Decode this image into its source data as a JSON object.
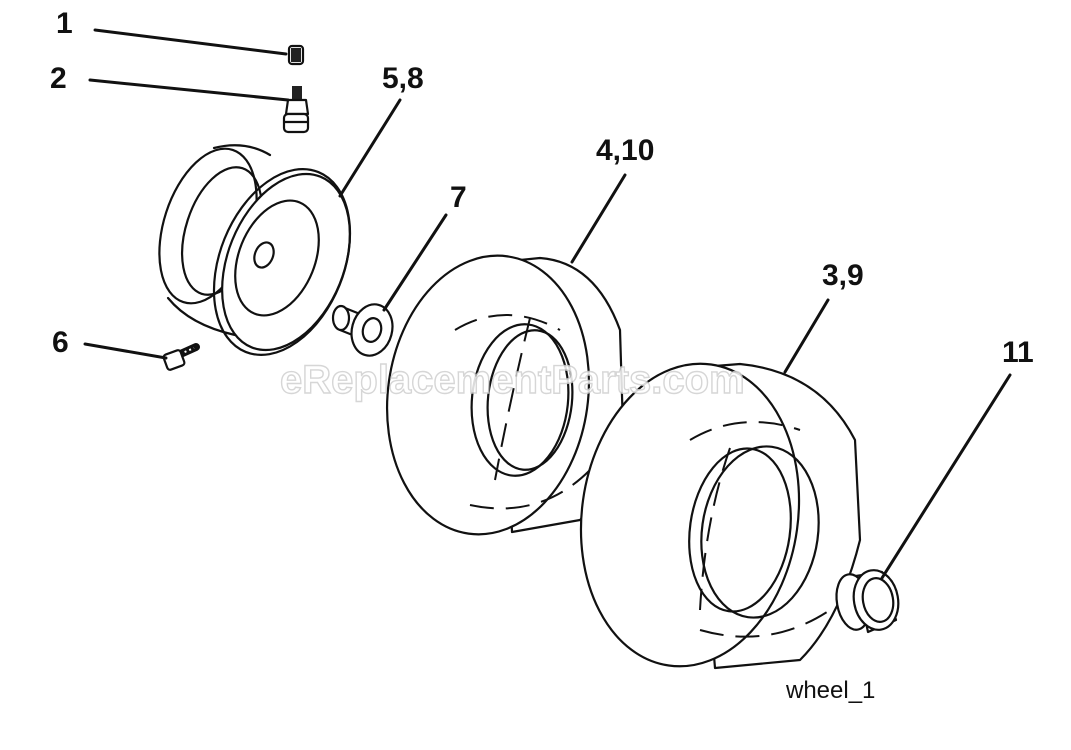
{
  "diagram": {
    "callouts": {
      "c1": "1",
      "c2": "2",
      "c58": "5,8",
      "c7": "7",
      "c410": "4,10",
      "c39": "3,9",
      "c6": "6",
      "c11": "11"
    },
    "watermark": "eReplacementParts.com",
    "caption": "wheel_1"
  }
}
